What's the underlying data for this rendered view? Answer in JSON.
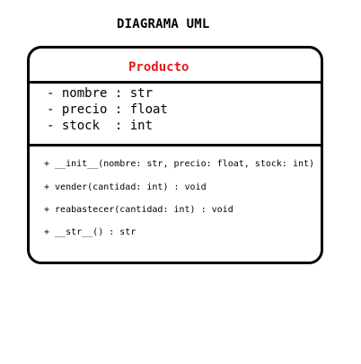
{
  "title": "DIAGRAMA UML",
  "class": {
    "name": "Producto",
    "name_color": "#e8191e",
    "attributes": [
      "- nombre : str",
      "- precio : float",
      "- stock  : int"
    ],
    "methods": [
      "+ __init__(nombre: str, precio: float, stock: int)",
      "+ vender(cantidad: int) : void",
      "+ reabastecer(cantidad: int) : void",
      "+ __str__() : str"
    ]
  }
}
